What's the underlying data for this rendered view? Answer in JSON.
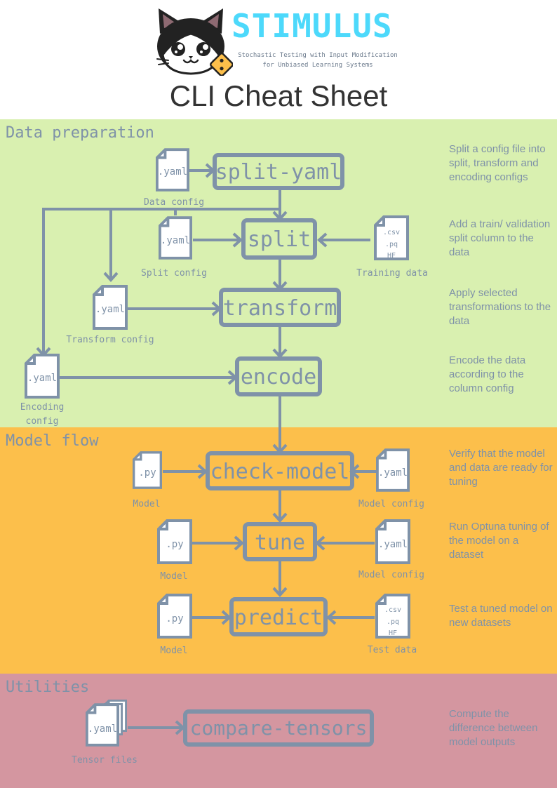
{
  "header": {
    "brand_name": "STIMULUS",
    "tagline_line1": "Stochastic Testing with Input Modification",
    "tagline_line2": "for Unbiased Learning Systems",
    "page_title": "CLI Cheat Sheet",
    "logo": "cat-with-dice-logo"
  },
  "colors": {
    "brand": "#4dd9fb",
    "stroke": "#7f92a8",
    "data_preparation_bg": "#d9f0b0",
    "model_flow_bg": "#fcbf4b",
    "utilities_bg": "#d496a0",
    "file_fill": "#ffffff"
  },
  "sections": {
    "data_preparation": {
      "title": "Data preparation",
      "commands": {
        "split_yaml": "split-yaml",
        "split": "split",
        "transform": "transform",
        "encode": "encode"
      },
      "files": {
        "data_config": {
          "ext": ".yaml",
          "caption": "Data config"
        },
        "split_config": {
          "ext": ".yaml",
          "caption": "Split config"
        },
        "training_data": {
          "ext1": ".csv",
          "ext2": ".pq",
          "ext3": "HF",
          "caption": "Training data"
        },
        "transform_config": {
          "ext": ".yaml",
          "caption": "Transform config"
        },
        "encoding_config": {
          "ext": ".yaml",
          "caption1": "Encoding",
          "caption2": "config"
        }
      },
      "descriptions": [
        "Split a config file into split, transform and encoding configs",
        "Add a train/ validation split column to the data",
        "Apply selected transformations to the data",
        "Encode the data according to the column config"
      ]
    },
    "model_flow": {
      "title": "Model flow",
      "commands": {
        "check_model": "check-model",
        "tune": "tune",
        "predict": "predict"
      },
      "files": {
        "check_model_py": {
          "ext": ".py",
          "caption": "Model"
        },
        "check_model_yaml": {
          "ext": ".yaml",
          "caption": "Model config"
        },
        "tune_py": {
          "ext": ".py",
          "caption": "Model"
        },
        "tune_yaml": {
          "ext": ".yaml",
          "caption": "Model config"
        },
        "predict_py": {
          "ext": ".py",
          "caption": "Model"
        },
        "test_data": {
          "ext1": ".csv",
          "ext2": ".pq",
          "ext3": "HF",
          "caption": "Test data"
        }
      },
      "descriptions": [
        "Verify that the model and data are ready for tuning",
        "Run Optuna tuning of the model on a dataset",
        "Test a tuned model on new datasets"
      ]
    },
    "utilities": {
      "title": "Utilities",
      "commands": {
        "compare_tensors": "compare-tensors"
      },
      "files": {
        "tensor_files": {
          "ext": ".yaml",
          "caption": "Tensor files"
        }
      },
      "descriptions": [
        "Compute the difference between model outputs"
      ]
    }
  }
}
